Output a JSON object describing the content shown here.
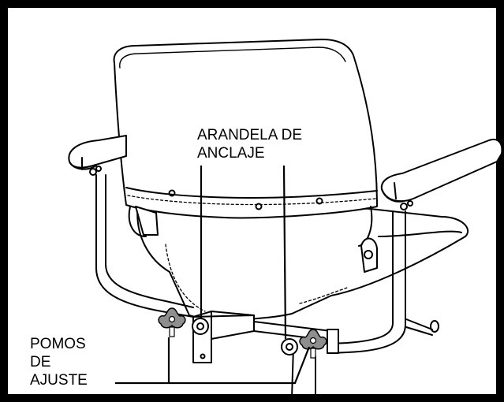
{
  "labels": {
    "washer_line1": "ARANDELA DE",
    "washer_line2": "ANCLAJE",
    "knobs_line1": "POMOS",
    "knobs_line2": "DE",
    "knobs_line3": "AJUSTE"
  },
  "colors": {
    "ink": "#000000",
    "background": "#ffffff",
    "frame": "#000000"
  }
}
